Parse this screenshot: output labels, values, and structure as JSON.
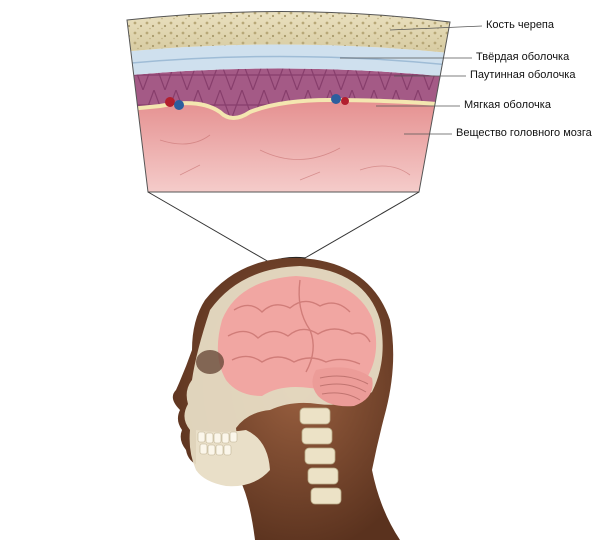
{
  "labels": {
    "skull_bone": "Кость черепа",
    "dura_mater": "Твёрдая оболочка",
    "arachnoid": "Паутинная оболочка",
    "pia_mater": "Мягкая оболочка",
    "brain_matter": "Вещество головного мозга"
  },
  "colors": {
    "bone": "#d9cfa6",
    "dura": "#cfe0ee",
    "arachnoid": "#a45a86",
    "pia": "#f4e6b0",
    "brain": "#eeaaa9",
    "skin": "#7a4a30",
    "brain_head": "#f1a6a2",
    "skull_head": "#e7dcc4"
  }
}
